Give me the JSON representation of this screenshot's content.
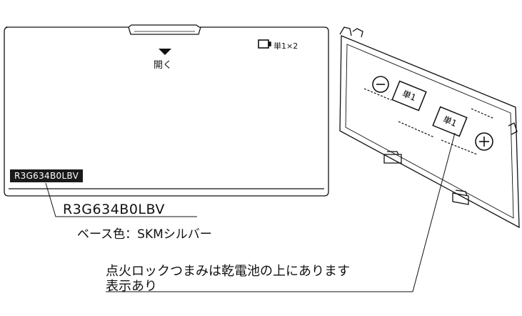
{
  "front_cover": {
    "open_label": "開く",
    "battery_spec": "単1×2",
    "badge_text": "R3G634B0LBV"
  },
  "callout": {
    "part_number": "R3G634B0LBV",
    "base_color": "ベース色：SKMシルバー"
  },
  "note": {
    "line1": "点火ロックつまみは乾電池の上にあります",
    "line2": "表示あり"
  },
  "back_cover": {
    "battery_label_1": "単1",
    "battery_label_2": "単1"
  },
  "icons": [
    "triangle-down-icon",
    "battery-icon",
    "minus-symbol-icon",
    "plus-symbol-icon"
  ],
  "colors": {
    "line": "#111111",
    "badge_bg": "#1a1a1a",
    "badge_text": "#ffffff"
  }
}
